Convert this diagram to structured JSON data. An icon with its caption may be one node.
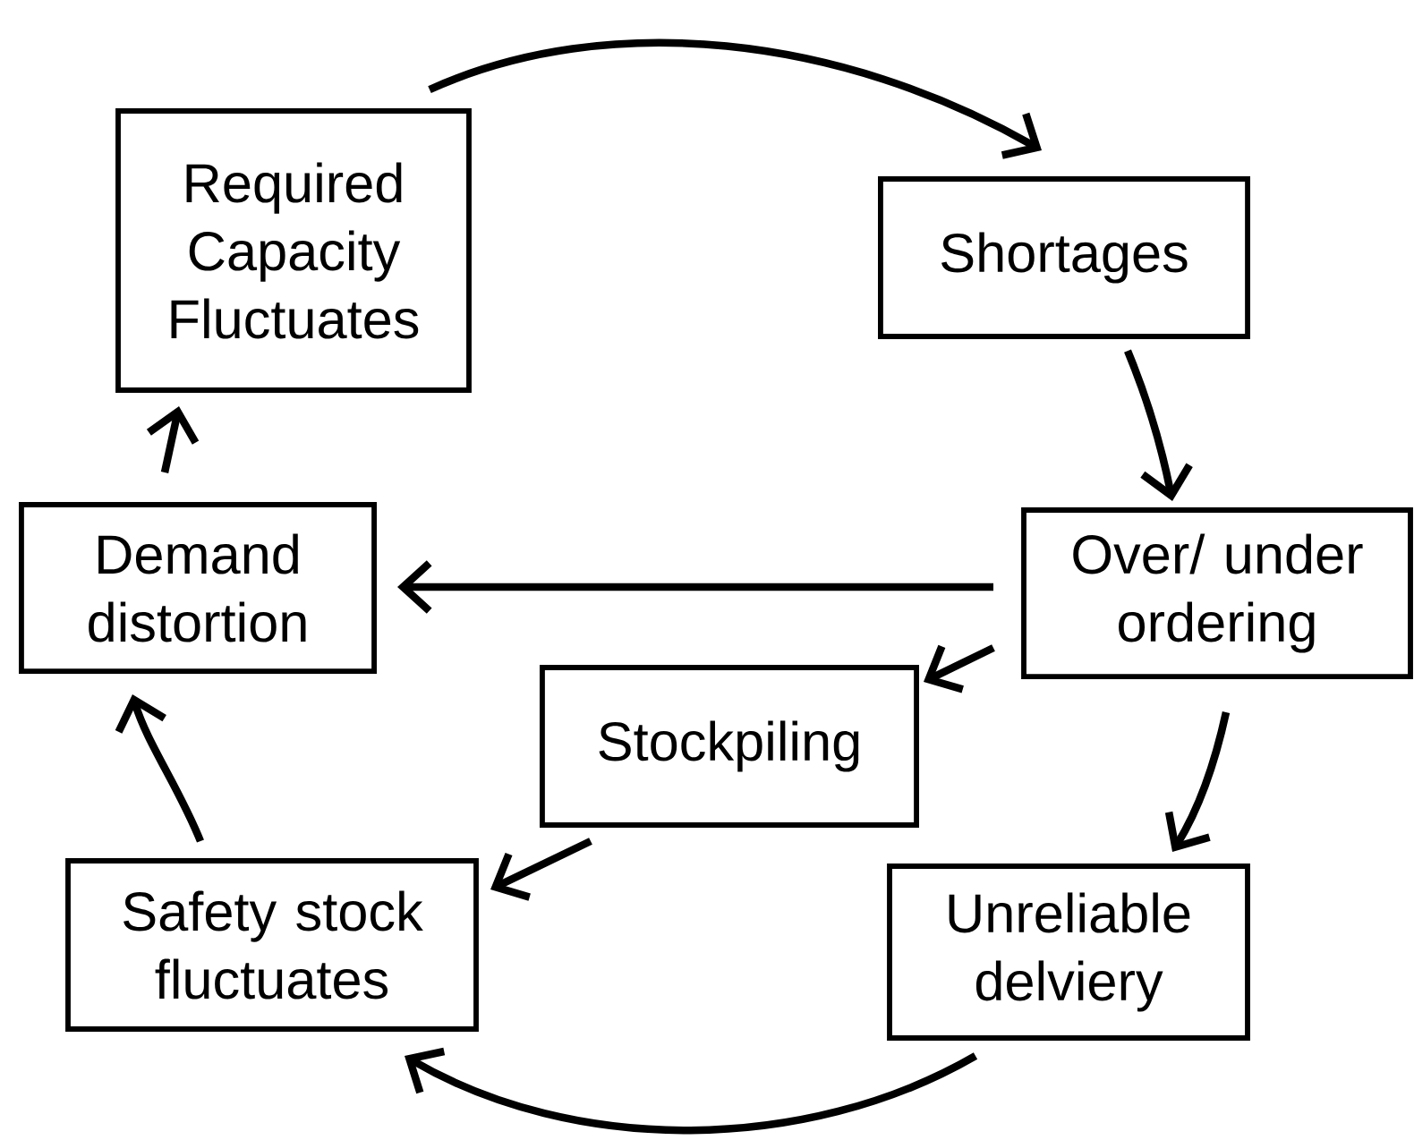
{
  "diagram": {
    "nodes": [
      {
        "text": [
          "Required Capacity Fluctuates"
        ]
      },
      {
        "text": [
          "Shortages"
        ]
      },
      {
        "text": [
          "Over/ under ordering"
        ]
      },
      {
        "text": [
          "Demand distortion"
        ]
      },
      {
        "text": [
          "Stockpiling"
        ]
      },
      {
        "text": [
          "Safety stock fluctuates"
        ]
      },
      {
        "text": [
          "Unreliable delviery"
        ]
      }
    ],
    "edges": [
      {
        "from": 0,
        "to": 1,
        "arrow": "to"
      },
      {
        "from": 1,
        "to": 2,
        "arrow": "to"
      },
      {
        "from": 2,
        "to": 3,
        "arrow": "to"
      },
      {
        "from": 2,
        "to": 4,
        "arrow": "to"
      },
      {
        "from": 2,
        "to": 6,
        "arrow": "to"
      },
      {
        "from": 6,
        "to": 5,
        "arrow": "to"
      },
      {
        "from": 4,
        "to": 5,
        "arrow": "to"
      },
      {
        "from": 5,
        "to": 3,
        "arrow": "to"
      },
      {
        "from": 3,
        "to": 0,
        "arrow": "to"
      }
    ]
  }
}
